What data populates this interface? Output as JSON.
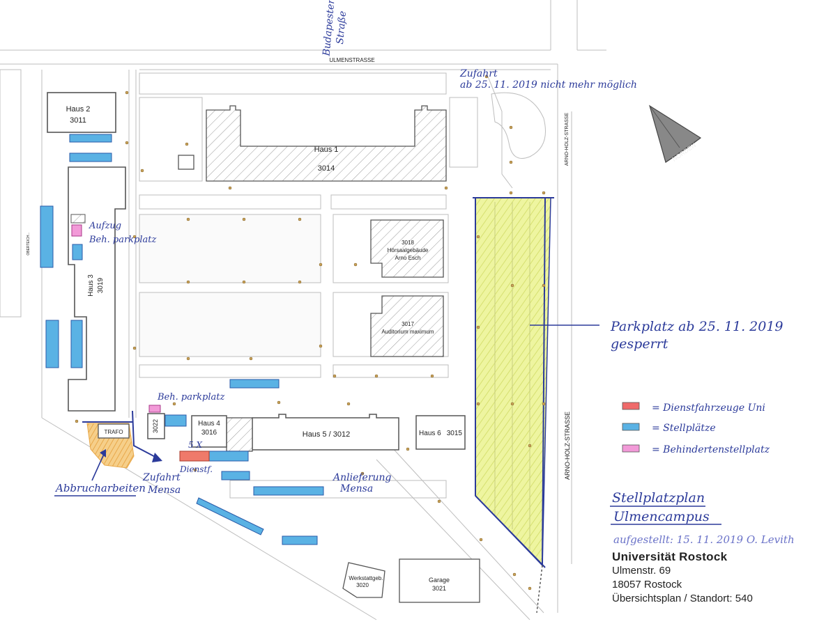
{
  "streets": {
    "north": "ULMENSTRASSE",
    "north_hand": [
      "Budapester",
      "Straße"
    ],
    "east_small": "ARNO-HOLZ-STRASSE",
    "east_large": "ARNO-HOLZ-STRASSE",
    "west_small": "OBERTEICH..."
  },
  "buildings": {
    "haus1": {
      "name": "Haus 1",
      "code": "3014"
    },
    "haus2": {
      "name": "Haus 2",
      "code": "3011"
    },
    "haus3": {
      "name": "Haus 3",
      "code": "3019"
    },
    "haus4": {
      "name": "Haus 4",
      "code": "3016"
    },
    "haus5": {
      "name": "Haus 5 /  3012"
    },
    "haus6": {
      "name": "Haus 6",
      "code": "3015"
    },
    "h3018": {
      "code": "3018",
      "name": "Hörsaalgebäude",
      "sub": "Arno Esch"
    },
    "h3017": {
      "code": "3017",
      "name": "Auditorium maximum"
    },
    "h3022": {
      "code": "3022"
    },
    "trafo": {
      "name": "TRAFO"
    },
    "werkstatt": {
      "name": "Werkstattgeb.",
      "code": "3020"
    },
    "garage": {
      "name": "Garage",
      "code": "3021"
    }
  },
  "compass": {
    "label": "NORDEN"
  },
  "annotations": {
    "zufahrt_top": [
      "Zufahrt",
      "ab 25. 11. 2019 nicht mehr möglich"
    ],
    "aufzug": [
      "Aufzug",
      "Beh. parkplatz"
    ],
    "beh_parkplatz": "Beh. parkplatz",
    "parkplatz": [
      "Parkplatz ab 25. 11. 2019",
      "gesperrt"
    ],
    "abbruch": "Abbrucharbeiten",
    "zufahrt_mensa": [
      "Zufahrt",
      "Mensa"
    ],
    "dienstf": [
      "5 X",
      "Dienstf."
    ],
    "anlieferung": [
      "Anlieferung",
      "Mensa"
    ]
  },
  "legend": [
    {
      "color": "#ef6a6a",
      "label": "= Dienstfahrzeuge Uni"
    },
    {
      "color": "#5ab2e4",
      "label": "= Stellplätze"
    },
    {
      "color": "#f29ad8",
      "label": "= Behindertenstellplatz"
    }
  ],
  "title": {
    "line1": "Stellplatzplan",
    "line2": "Ulmencampus",
    "created": "aufgestellt: 15. 11. 2019   O. Levith"
  },
  "info": {
    "uni": "Universität Rostock",
    "street": "Ulmenstr. 69",
    "city": "18057 Rostock",
    "plan": "Übersichtsplan / Standort: 540"
  }
}
